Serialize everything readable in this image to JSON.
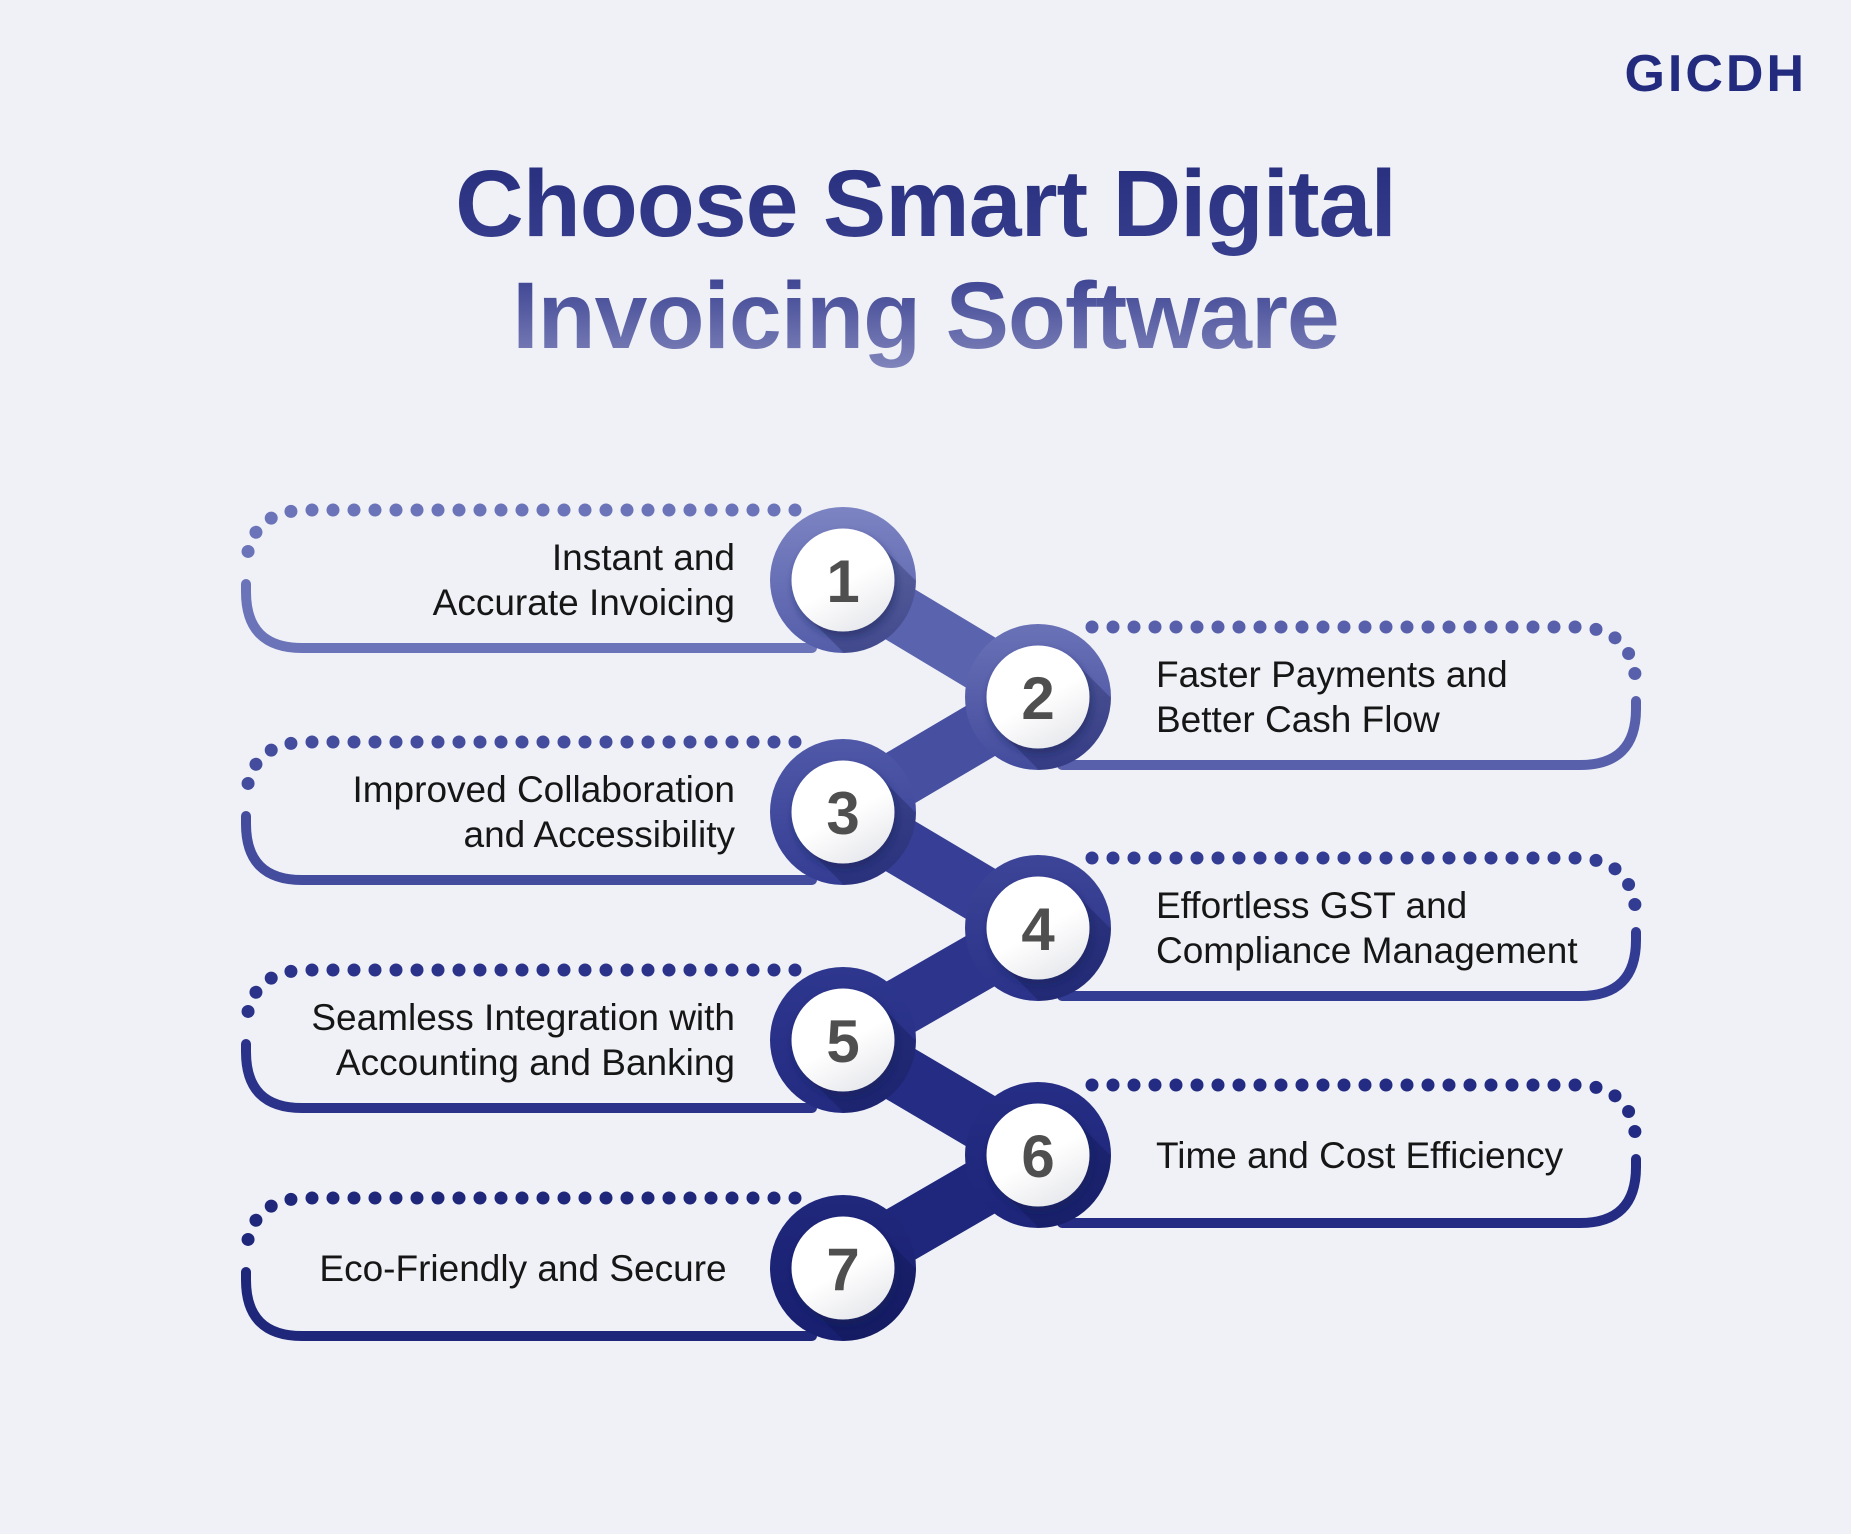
{
  "logo": {
    "text": "GICDH"
  },
  "title": {
    "line1": "Choose Smart Digital",
    "line2": "Invoicing Software"
  },
  "items": [
    {
      "number": "1",
      "line1": "Instant and",
      "line2": "Accurate Invoicing"
    },
    {
      "number": "2",
      "line1": "Faster Payments and",
      "line2": "Better Cash Flow"
    },
    {
      "number": "3",
      "line1": "Improved Collaboration",
      "line2": "and Accessibility"
    },
    {
      "number": "4",
      "line1": "Effortless GST and",
      "line2": "Compliance Management"
    },
    {
      "number": "5",
      "line1": "Seamless Integration with",
      "line2": "Accounting and Banking"
    },
    {
      "number": "6",
      "line1": "Time and Cost Efficiency"
    },
    {
      "number": "7",
      "line1": "Eco-Friendly and Secure"
    }
  ],
  "colors": {
    "background": "#eff1f6",
    "logo": "#232b7e",
    "title_top": "#262d7c",
    "title_mid": "#3a4190",
    "title_bottom": "#8387bd",
    "label_text": "#161616",
    "number_text": "#4f4f4f",
    "ball_top": "#ffffff",
    "ball_bottom": "#e7e8ec",
    "wedge": "rgba(10,14,60,0.25)",
    "accent": [
      "#6b74b8",
      "#5860ac",
      "#434c9d",
      "#333c93",
      "#2a3389",
      "#232c82",
      "#1f277b"
    ],
    "ring_top": [
      "#7c84c3",
      "#6a72b7",
      "#5059a8",
      "#3d4598",
      "#2e378e",
      "#252e84",
      "#20287c"
    ],
    "ring_bottom": [
      "#545da9",
      "#434b9d",
      "#343d93",
      "#2a3289",
      "#232b81",
      "#1d257a",
      "#181f70"
    ],
    "neck": [
      "#5a63ae",
      "#474fa0",
      "#363f95",
      "#2c348b",
      "#242c83",
      "#1f277c"
    ]
  }
}
